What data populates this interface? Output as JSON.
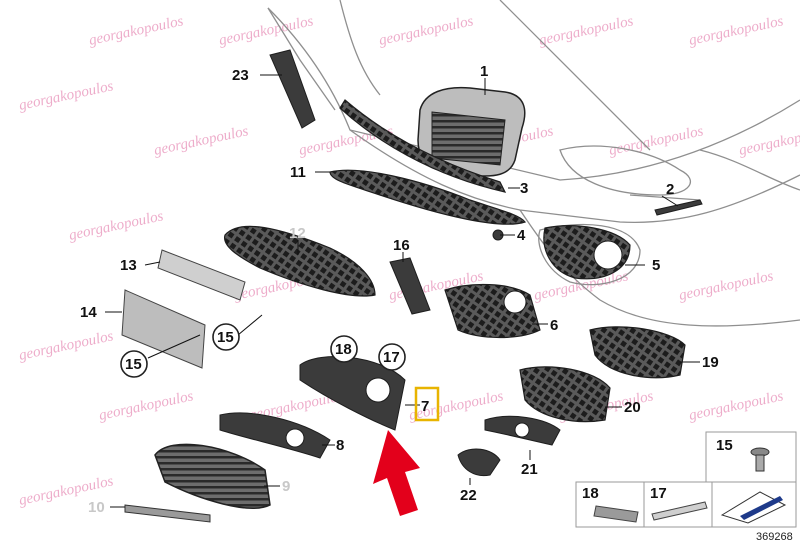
{
  "diagram": {
    "watermark_text": "georgakopoulos",
    "document_number": "369268",
    "colors": {
      "highlight_box": "#e8b400",
      "pointer_arrow": "#e3001b",
      "watermark": "#e06aa0"
    },
    "callouts": [
      {
        "id": "1",
        "label": "1"
      },
      {
        "id": "2",
        "label": "2"
      },
      {
        "id": "3",
        "label": "3"
      },
      {
        "id": "4",
        "label": "4"
      },
      {
        "id": "5",
        "label": "5"
      },
      {
        "id": "6",
        "label": "6"
      },
      {
        "id": "7",
        "label": "7",
        "highlighted": true
      },
      {
        "id": "8",
        "label": "8"
      },
      {
        "id": "9",
        "label": "9",
        "muted": true
      },
      {
        "id": "10",
        "label": "10",
        "muted": true
      },
      {
        "id": "11",
        "label": "11"
      },
      {
        "id": "12",
        "label": "12",
        "muted": true
      },
      {
        "id": "13",
        "label": "13"
      },
      {
        "id": "14",
        "label": "14"
      },
      {
        "id": "15a",
        "label": "15",
        "circled": true
      },
      {
        "id": "15b",
        "label": "15",
        "circled": true
      },
      {
        "id": "16",
        "label": "16"
      },
      {
        "id": "17",
        "label": "17",
        "circled": true
      },
      {
        "id": "18",
        "label": "18",
        "circled": true
      },
      {
        "id": "19",
        "label": "19"
      },
      {
        "id": "20",
        "label": "20"
      },
      {
        "id": "21",
        "label": "21"
      },
      {
        "id": "22",
        "label": "22"
      },
      {
        "id": "23",
        "label": "23"
      }
    ],
    "legend": [
      {
        "label": "15",
        "icon": "screw-icon"
      },
      {
        "label": "18",
        "icon": "clip-icon"
      },
      {
        "label": "17",
        "icon": "bracket-icon"
      },
      {
        "label": "",
        "icon": "edge-trim-icon"
      }
    ]
  }
}
